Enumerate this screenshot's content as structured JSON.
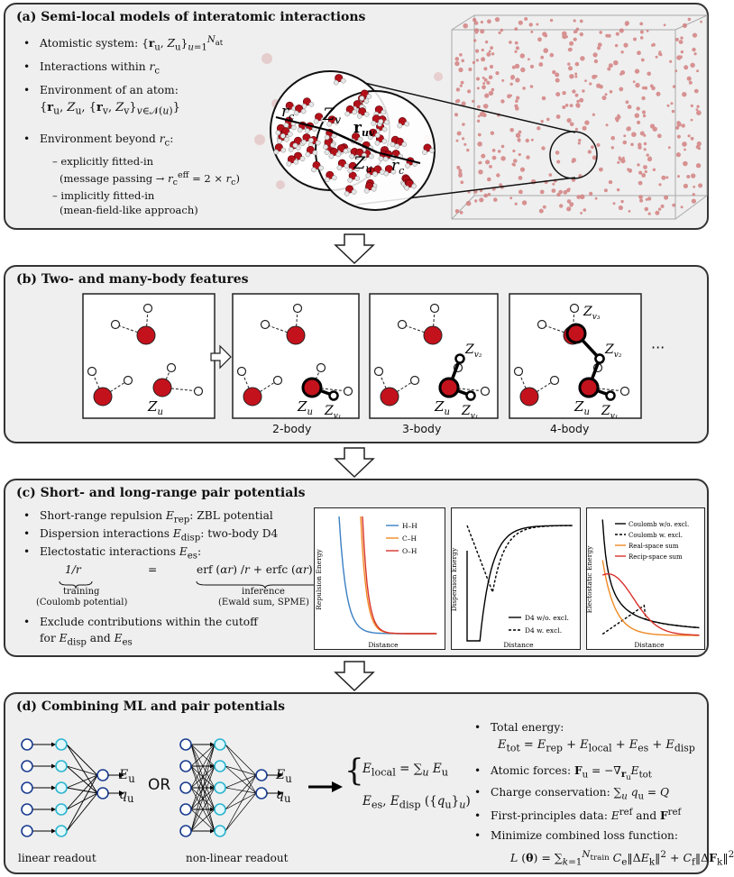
{
  "panel_a": {
    "title": "(a) Semi-local models of interatomic interactions",
    "bullets": [
      "Atomistic system: {r_u, Z_u}_{u=1}^{N_at}",
      "Interactions within r_c",
      "Environment of an atom:",
      "{r_u, Z_u, {r_v, Z_v}_{v∈N(u)}}",
      "Environment beyond r_c:"
    ],
    "sub": [
      "– explicitly fitted-in",
      "(message passing → r_c^eff = 2 × r_c)",
      "– implicitly fitted-in",
      "(mean-field-like approach)"
    ],
    "zoom_labels": [
      "Z_v",
      "r_c",
      "r_uv",
      "Z_u",
      "r_c"
    ]
  },
  "panel_b": {
    "title": "(b) Two- and many-body features",
    "captions": [
      "2-body",
      "3-body",
      "4-body"
    ],
    "atom_labels": [
      "Z_u",
      "Z_v1",
      "Z_v2",
      "Z_v3"
    ],
    "ellipsis": "···"
  },
  "panel_c": {
    "title": "(c) Short- and long-range pair potentials",
    "bullets": [
      "Short-range repulsion E_rep: ZBL potential",
      "Dispersion interactions E_disp: two-body D4",
      "Electostatic interactions E_es:",
      "Exclude contributions within the cutoff",
      "for E_disp and E_es"
    ],
    "eq_left": "1/r",
    "eq_left_under": "training",
    "eq_left_under2": "(Coulomb potential)",
    "eq_equals": "=",
    "eq_right": "erf (αr) /r + erfc (αr) /r",
    "eq_right_under": "inference",
    "eq_right_under2": "(Ewald sum, SPME)",
    "charts": [
      {
        "ylabel": "Repulsion Energy",
        "xlabel": "Distance",
        "legend": [
          "H–H",
          "C–H",
          "O–H"
        ],
        "colors": [
          "#3a7fc4",
          "#f08a24",
          "#d8322b"
        ]
      },
      {
        "ylabel": "Dispersion Energy",
        "xlabel": "Distance",
        "legend": [
          "D4 w/o. excl.",
          "D4 w. excl."
        ]
      },
      {
        "ylabel": "Electostatic Energy",
        "xlabel": "Distance",
        "legend": [
          "Coulomb w/o. excl.",
          "Coulomb w. excl.",
          "Real-space sum",
          "Recip-space sum"
        ],
        "colors": [
          "#000000",
          "#000000",
          "#f08a24",
          "#d8322b"
        ]
      }
    ]
  },
  "panel_d": {
    "title": "(d) Combining ML and pair potentials",
    "nn_outputs": [
      "E_u",
      "q_u"
    ],
    "or": "OR",
    "linear": "linear readout",
    "nonlinear": "non-linear readout",
    "middle_eq1": "E_local = Σ_u E_u",
    "middle_eq2": "E_es, E_disp ({q_u}_u)",
    "bullets": [
      "Total energy:",
      "E_tot = E_rep + E_local + E_es + E_disp",
      "Atomic forces: F_u = −∇_{r_u} E_tot",
      "Charge conservation: Σ_u q_u = Q",
      "First-principles data: E^ref and F^ref",
      "Minimize combined loss function:",
      "L(θ) = Σ_{k=1}^{N_train} C_e‖ΔE_k‖² + C_f‖ΔF_k‖²"
    ]
  }
}
